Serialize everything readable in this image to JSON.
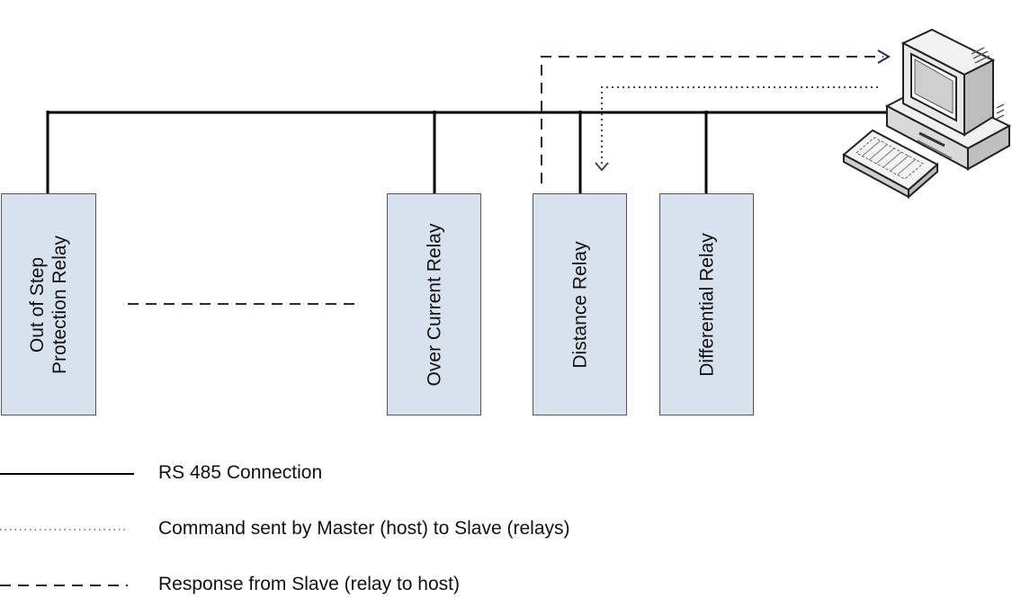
{
  "relays": [
    {
      "id": "out-of-step",
      "label": "Out of Step\nProtection Relay"
    },
    {
      "id": "over-current",
      "label": "Over Current Relay"
    },
    {
      "id": "distance",
      "label": "Distance Relay"
    },
    {
      "id": "differential",
      "label": "Differential Relay"
    }
  ],
  "host": {
    "icon": "desktop-computer-icon"
  },
  "legend": [
    {
      "style": "solid",
      "label": "RS 485 Connection"
    },
    {
      "style": "dotted",
      "label": "Command sent by Master (host) to Slave (relays)"
    },
    {
      "style": "dashed",
      "label": "Response from Slave (relay to host)"
    }
  ],
  "colors": {
    "relay_fill": "#d8e2ee",
    "relay_border": "#555555",
    "bus_line": "#000000",
    "response_line": "#1f2d4a",
    "command_line": "#444444"
  }
}
